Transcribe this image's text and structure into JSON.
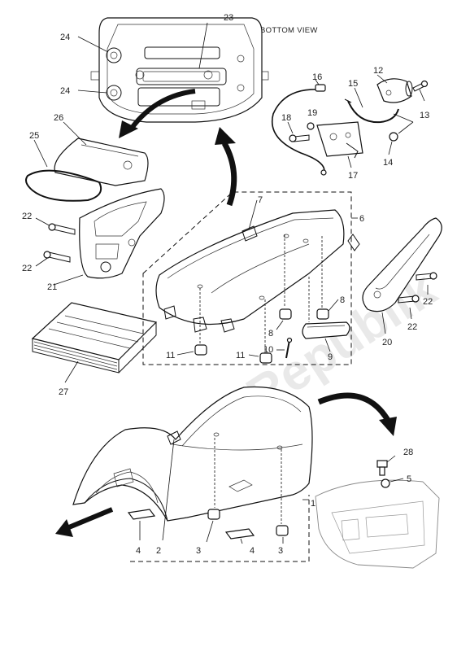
{
  "header": {
    "bottom_view_label": "BOTTOM VIEW"
  },
  "watermark": {
    "text": "PartsRepublik"
  },
  "callouts": {
    "c1": "1",
    "c2": "2",
    "c3a": "3",
    "c3b": "3",
    "c4a": "4",
    "c4b": "4",
    "c5": "5",
    "c6": "6",
    "c7": "7",
    "c8a": "8",
    "c8b": "8",
    "c9": "9",
    "c10": "10",
    "c11a": "11",
    "c11b": "11",
    "c12": "12",
    "c13": "13",
    "c14": "14",
    "c15": "15",
    "c16": "16",
    "c17": "17",
    "c18": "18",
    "c19": "19",
    "c20": "20",
    "c21": "21",
    "c22a": "22",
    "c22b": "22",
    "c22c": "22",
    "c22d": "22",
    "c23": "23",
    "c24a": "24",
    "c24b": "24",
    "c25": "25",
    "c26": "26",
    "c27": "27",
    "c28": "28"
  }
}
